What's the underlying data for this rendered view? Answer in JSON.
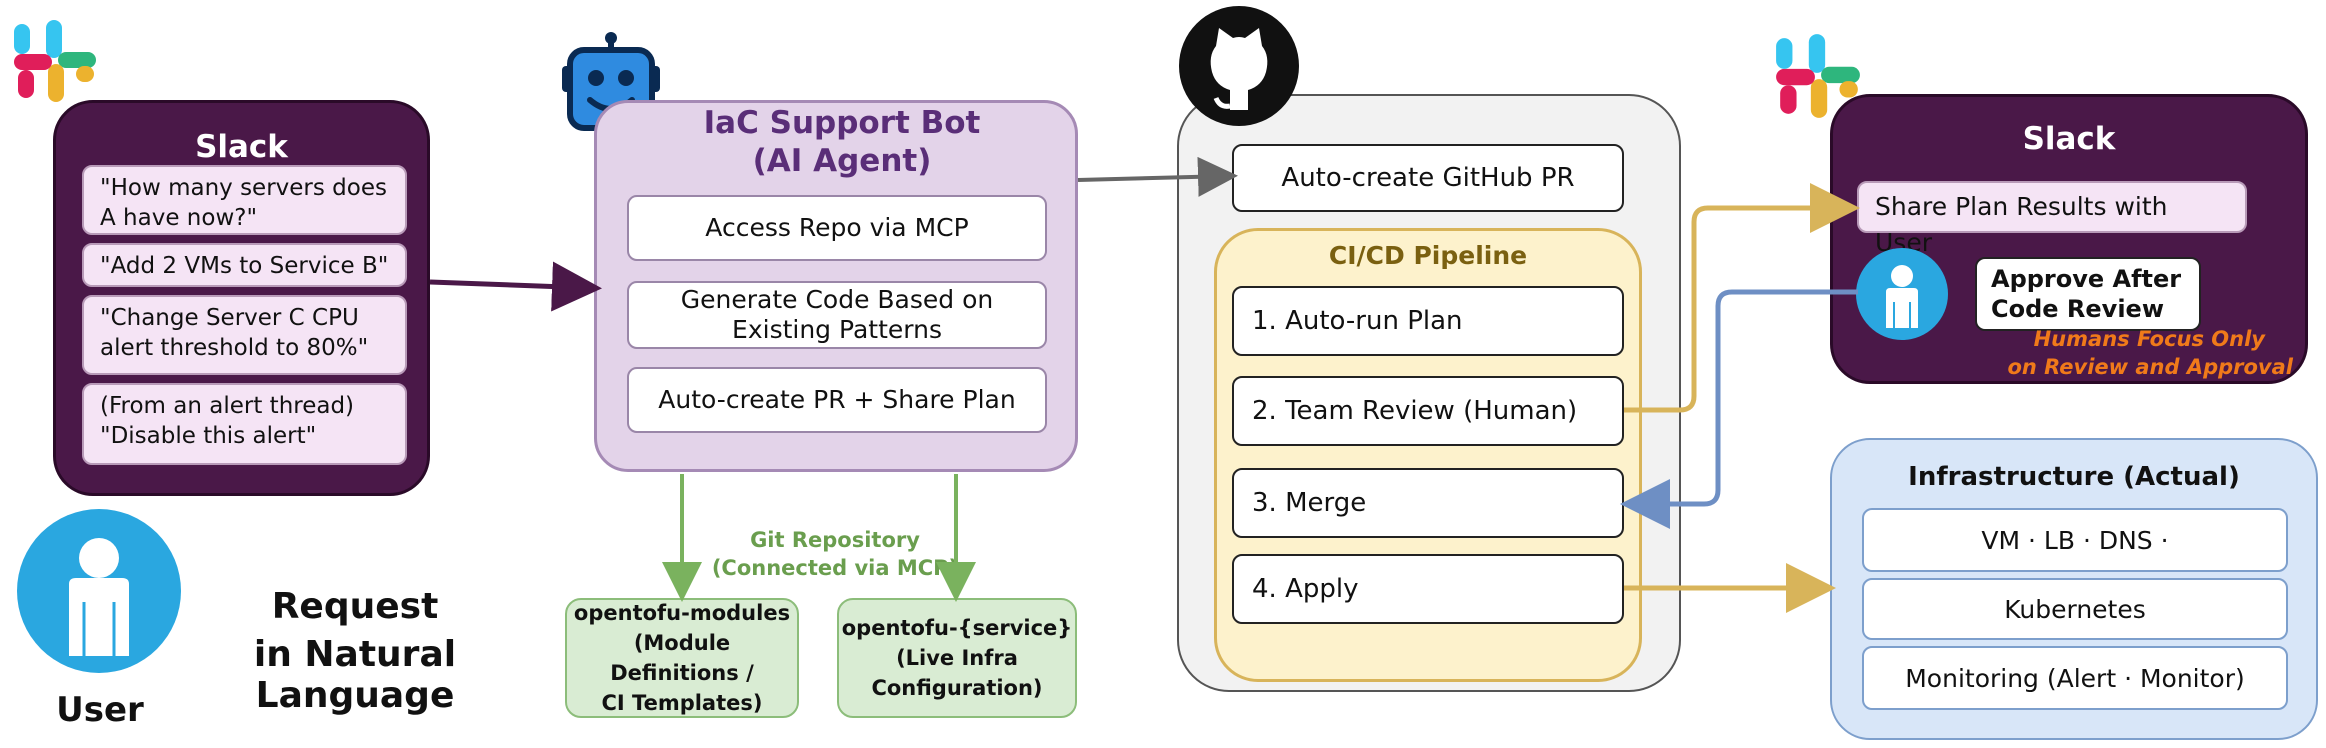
{
  "left_slack": {
    "title": "Slack",
    "requests": [
      "\"How many servers does A have now?\"",
      "\"Add 2 VMs to Service B\"",
      "\"Change Server C CPU alert threshold to 80%\"",
      "(From an alert thread) \"Disable this alert\""
    ]
  },
  "user": {
    "label": "User",
    "caption_line1": "Request",
    "caption_line2": "in Natural Language"
  },
  "agent": {
    "title_line1": "IaC Support Bot",
    "title_line2": "(AI Agent)",
    "steps": [
      "Access Repo via MCP",
      "Generate Code Based on Existing Patterns",
      "Auto-create PR + Share Plan"
    ]
  },
  "git_repo": {
    "label_line1": "Git Repository",
    "label_line2": "(Connected via MCP)",
    "repos": [
      {
        "line1": "opentofu-modules",
        "line2": "(Module Definitions /",
        "line3": "CI Templates)"
      },
      {
        "line1": "opentofu-{service}",
        "line2": "(Live Infra",
        "line3": "Configuration)"
      }
    ]
  },
  "github": {
    "pr_label": "Auto-create GitHub PR",
    "pipeline_title": "CI/CD Pipeline",
    "pipeline_steps": [
      "1. Auto-run Plan",
      "2. Team Review (Human)",
      "3. Merge",
      "4. Apply"
    ]
  },
  "right_slack": {
    "title": "Slack",
    "share_label": "Share Plan Results with User",
    "approve_line1": "Approve After",
    "approve_line2": "Code Review",
    "note_line1": "Humans Focus Only",
    "note_line2": "on Review and Approval"
  },
  "infrastructure": {
    "title": "Infrastructure (Actual)",
    "items": [
      "VM · LB · DNS ·",
      "Kubernetes",
      "Monitoring (Alert · Monitor)"
    ]
  },
  "colors": {
    "slack_panel": "#4a1848",
    "agent_panel": "#e3d3e9",
    "pipeline_panel": "#fdf2cc",
    "github_panel": "#f2f2f2",
    "infra_panel": "#d8e6f8",
    "green_arrow": "#7ab25e",
    "gold_arrow": "#d8b45a",
    "blue_arrow": "#6e8fc4",
    "note_orange": "#f07a1a",
    "user_blue": "#2aa7e0"
  }
}
